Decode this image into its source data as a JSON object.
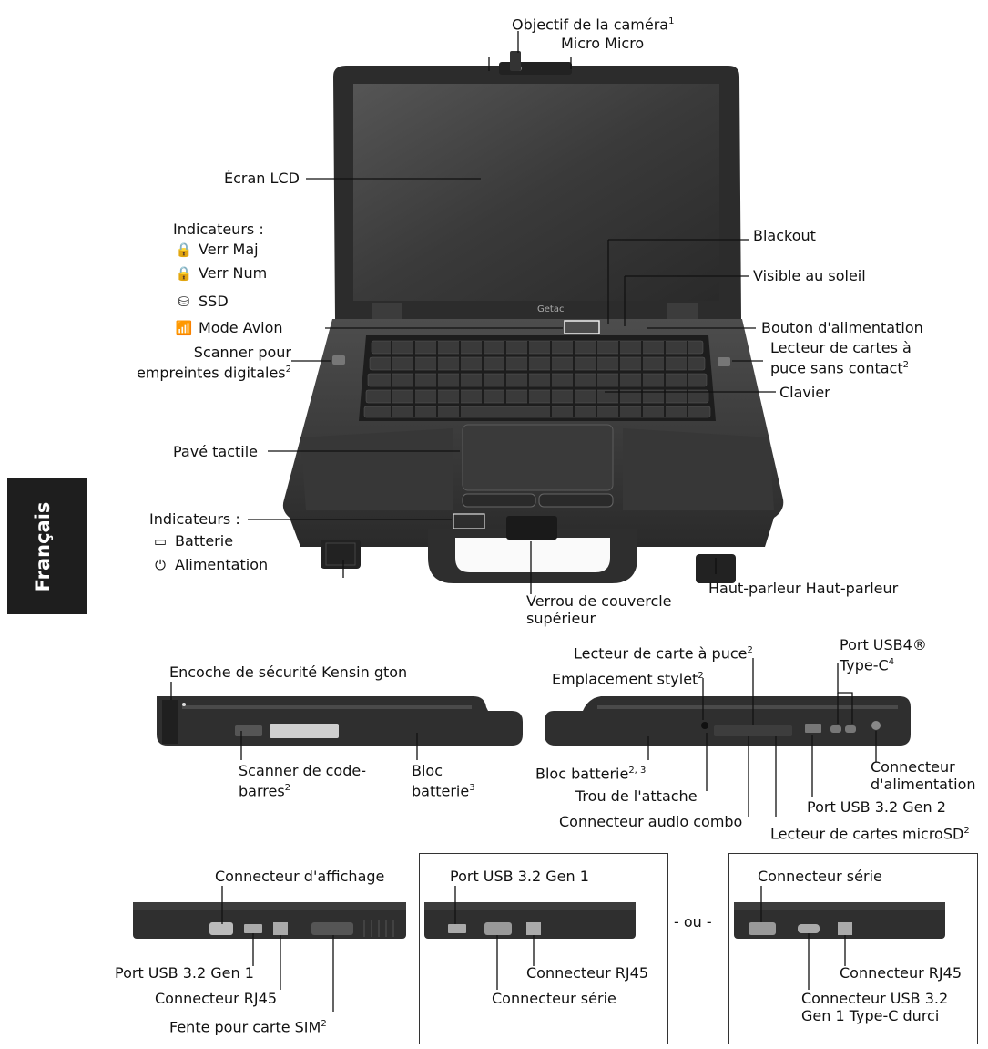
{
  "side_tab": "Français",
  "front": {
    "camera_lens": "Objectif de la caméra",
    "camera_lens_note": "1",
    "micro": "Micro Micro",
    "lcd": "Écran LCD",
    "indicators_title": "Indicateurs :",
    "indicators": [
      {
        "icon": "caps-lock-icon",
        "glyph": "🔒",
        "label": "Verr Maj"
      },
      {
        "icon": "num-lock-icon",
        "glyph": "🔒",
        "label": "Verr Num"
      },
      {
        "icon": "ssd-icon",
        "glyph": "⛁",
        "label": "SSD"
      },
      {
        "icon": "airplane-mode-icon",
        "glyph": "📶",
        "label": "Mode Avion"
      }
    ],
    "fingerprint_line1": "Scanner pour",
    "fingerprint_line2": "empreintes digitales",
    "fingerprint_note": "2",
    "blackout": "Blackout",
    "sunlight": "Visible au soleil",
    "power_button": "Bouton d'alimentation",
    "contactless_line1": "Lecteur de cartes à",
    "contactless_line2": "puce sans contact",
    "contactless_note": "2",
    "keyboard": "Clavier",
    "touchpad": "Pavé tactile",
    "bottom_indicators_title": "Indicateurs :",
    "bottom_indicators": [
      {
        "icon": "battery-icon",
        "glyph": "▭",
        "label": "Batterie"
      },
      {
        "icon": "power-icon",
        "glyph": "⏻",
        "label": "Alimentation"
      }
    ],
    "lid_latch_line1": "Verrou de couvercle",
    "lid_latch_line2": "supérieur",
    "speaker": "Haut-parleur Haut-parleur"
  },
  "left_side": {
    "kensington": "Encoche de sécurité Kensin gton",
    "barcode_line1": "Scanner de code-",
    "barcode_line2": "barres",
    "barcode_note": "2",
    "battery_line1": "Bloc",
    "battery_line2": "batterie",
    "battery_note": "3"
  },
  "right_side": {
    "smartcard": "Lecteur de carte à puce",
    "smartcard_note": "2",
    "stylus": "Emplacement stylet",
    "stylus_note": "2",
    "usb4_line1": "Port USB4®",
    "usb4_line2": "Type-C",
    "usb4_note": "4",
    "battery": "Bloc batterie",
    "battery_note": "2, 3",
    "tether": "Trou de l'attache",
    "audio": "Connecteur audio combo",
    "dc_in_line1": "Connecteur",
    "dc_in_line2": "d'alimentation",
    "usb32gen2": "Port USB 3.2 Gen 2",
    "microsd": "Lecteur de cartes microSD",
    "microsd_note": "2"
  },
  "rear": {
    "display": "Connecteur d'affichage",
    "usb_gen1": "Port USB 3.2 Gen 1",
    "rj45": "Connecteur RJ45",
    "sim": "Fente pour carte SIM",
    "sim_note": "2",
    "opt1_usb": "Port USB 3.2 Gen 1",
    "opt1_rj45": "Connecteur RJ45",
    "opt1_serial": "Connecteur série",
    "or": "- ou -",
    "opt2_serial": "Connecteur série",
    "opt2_rj45": "Connecteur RJ45",
    "opt2_usbc_line1": "Connecteur USB 3.2",
    "opt2_usbc_line2": "Gen 1 Type-C durci"
  },
  "colors": {
    "body_dark": "#2b2b2b",
    "body_mid": "#4a4a4a",
    "screen": "#3a3a3a",
    "tab": "#1e1e1e"
  }
}
